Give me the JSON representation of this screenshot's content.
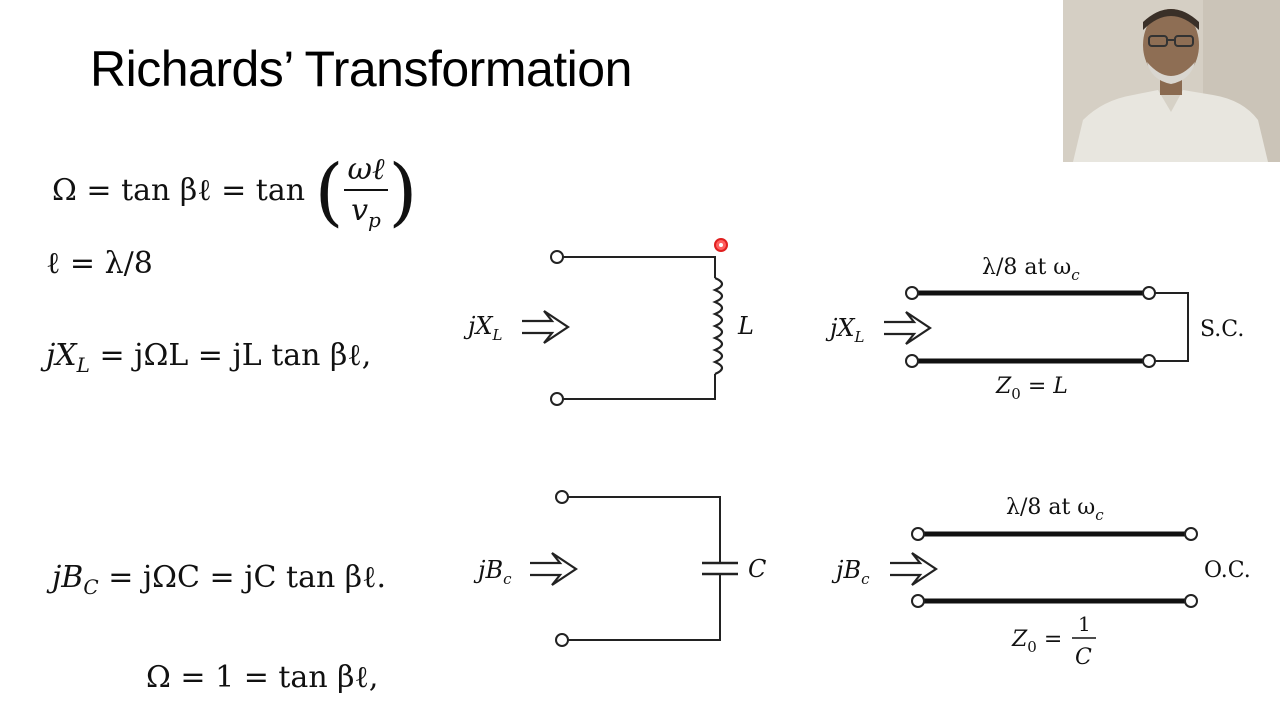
{
  "slide": {
    "title": "Richards’ Transformation"
  },
  "equations": {
    "omega_lhs": "Ω = tan βℓ = tan",
    "omega_num": "ωℓ",
    "omega_den": "v",
    "omega_den_sub": "p",
    "length": "ℓ = λ/8",
    "inductor_eq": "jX",
    "inductor_sub": "L",
    "inductor_rest": " = jΩL = jL tan βℓ,",
    "capacitor_eq": "jB",
    "capacitor_sub": "C",
    "capacitor_rest": " = jΩC = jC tan βℓ.",
    "unity": "Ω = 1 = tan βℓ,"
  },
  "diagram": {
    "inductor_input": "jX",
    "inductor_input_sub": "L",
    "inductor_label": "L",
    "line1_top": "λ/8 at ω",
    "line1_top_sub": "c",
    "line1_input": "jX",
    "line1_input_sub": "L",
    "line1_end": "S.C.",
    "line1_impedance": "Z",
    "line1_impedance_sub": "0",
    "line1_impedance_rhs": " = L",
    "capacitor_input": "jB",
    "capacitor_input_sub": "c",
    "capacitor_label": "C",
    "line2_top": "λ/8 at ω",
    "line2_top_sub": "c",
    "line2_input": "jB",
    "line2_input_sub": "c",
    "line2_end": "O.C.",
    "line2_impedance": "Z",
    "line2_impedance_sub": "0",
    "line2_impedance_eq": " =",
    "line2_impedance_num": "1",
    "line2_impedance_den": "C"
  },
  "colors": {
    "pointer": "#e02020",
    "background": "#ffffff"
  }
}
